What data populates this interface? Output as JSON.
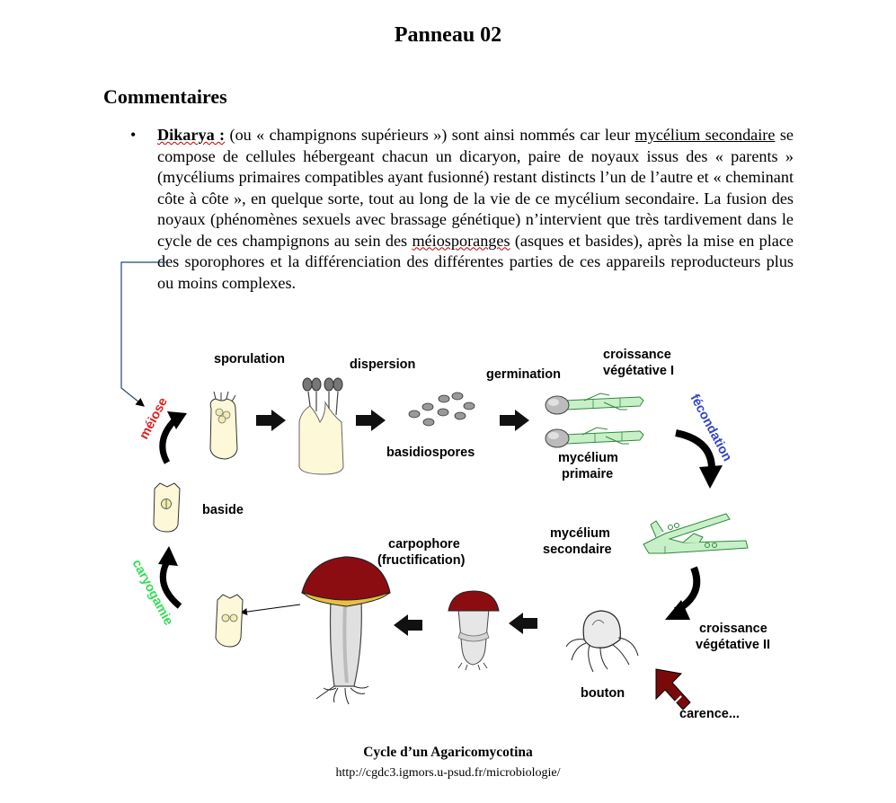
{
  "page": {
    "title": "Panneau 02",
    "section_title": "Commentaires"
  },
  "comment": {
    "term": "Dikarya :",
    "p1": " (ou « champignons supérieurs ») sont ainsi nommés car leur ",
    "u1": "mycélium secondaire",
    "p2": " se compose de cellules hébergeant chacun un dicaryon, paire de noyaux issus des « parents » (mycéliums primaires compatibles ayant fusionné) restant distincts l’un de l’autre et « cheminant côte à côte », en quelque sorte, tout au long de la vie de ce mycélium secondaire. La fusion des noyaux (phénomènes sexuels avec brassage génétique) n’intervient que très tardivement dans le cycle de ces champignons au sein des ",
    "u2": "méiosporanges",
    "p3": " (asques et basides), après la mise en place des sporophores et la différenciation des différentes parties de ces appareils reproducteurs plus ou moins complexes."
  },
  "diagram": {
    "labels": {
      "sporulation": "sporulation",
      "dispersion": "dispersion",
      "germination": "germination",
      "croissance_veg_1_line1": "croissance",
      "croissance_veg_1_line2": "végétative I",
      "basidiospores": "basidiospores",
      "mycelium_primaire_line1": "mycélium",
      "mycelium_primaire_line2": "primaire",
      "baside": "baside",
      "mycelium_secondaire_line1": "mycélium",
      "mycelium_secondaire_line2": "secondaire",
      "carpophore_line1": "carpophore",
      "carpophore_line2": "(fructification)",
      "croissance_veg_2_line1": "croissance",
      "croissance_veg_2_line2": "végétative II",
      "bouton": "bouton",
      "carence": "carence..."
    },
    "rotated_labels": {
      "meiose": "méiose",
      "caryogamie": "caryogamie",
      "fecondation": "fécondation"
    },
    "colors": {
      "meiose": "#e02020",
      "caryogamie": "#33dd55",
      "fecondation": "#3344cc",
      "cap": "#8b0d12",
      "cap_underside": "#e8c040",
      "cream": "#fdf8d8",
      "hypha": "#c8f0c8",
      "hypha_edge": "#2f8a3a",
      "carence_arrow": "#7a0a0a",
      "pointer_line": "#27427a"
    }
  },
  "figure": {
    "caption": "Cycle d’un Agaricomycotina",
    "source": "http://cgdc3.igmors.u-psud.fr/microbiologie/"
  }
}
